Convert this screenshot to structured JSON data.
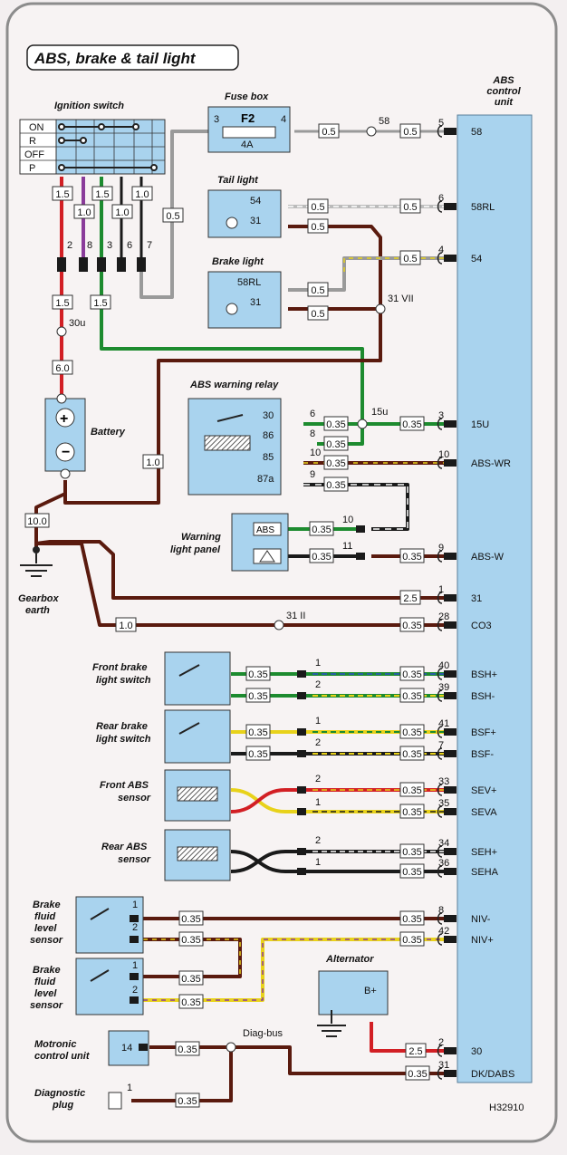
{
  "title": "ABS, brake & tail light",
  "control_unit_label": "ABS control unit",
  "reference": "H32910",
  "components": {
    "ignition_switch": {
      "label": "Ignition switch",
      "positions": [
        "ON",
        "R",
        "OFF",
        "P"
      ],
      "pins": [
        "2",
        "8",
        "3",
        "6",
        "7"
      ]
    },
    "fuse_box": {
      "label": "Fuse box",
      "fuse": "F2",
      "rating": "4A",
      "pin_left": "3",
      "pin_right": "4"
    },
    "tail_light": {
      "label": "Tail light",
      "pin_a": "54",
      "pin_b": "31"
    },
    "brake_light": {
      "label": "Brake light",
      "pin_a": "58RL",
      "pin_b": "31"
    },
    "battery": {
      "label": "Battery"
    },
    "abs_warning_relay": {
      "label": "ABS warning relay",
      "pins": [
        "30",
        "86",
        "85",
        "87a"
      ]
    },
    "warning_light_panel": {
      "label": "Warning light panel",
      "abs_text": "ABS"
    },
    "gearbox_earth": {
      "label": "Gearbox earth"
    },
    "front_brake_switch": {
      "label": "Front brake light switch"
    },
    "rear_brake_switch": {
      "label": "Rear brake light switch"
    },
    "front_abs_sensor": {
      "label": "Front ABS sensor"
    },
    "rear_abs_sensor": {
      "label": "Rear ABS sensor"
    },
    "brake_fluid_1": {
      "label": "Brake fluid level sensor"
    },
    "brake_fluid_2": {
      "label": "Brake fluid level sensor"
    },
    "alternator": {
      "label": "Alternator",
      "terminal": "B+"
    },
    "motronic": {
      "label": "Motronic control unit",
      "pin": "14"
    },
    "diag_plug": {
      "label": "Diagnostic plug",
      "pin": "1"
    },
    "diag_bus": {
      "label": "Diag-bus"
    }
  },
  "splices": {
    "s58": "58",
    "s31vii": "31 VII",
    "s15u": "15u",
    "s30u": "30u",
    "s31ii": "31 II"
  },
  "wire_sizes": {
    "ign_a": "1.5",
    "ign_b": "1.0",
    "ign_c": "1.5",
    "ign_d": "1.0",
    "ign_e": "1.0",
    "ign_f": "0.5",
    "ign_g": "1.5",
    "ign_h": "1.5",
    "bat_main": "6.0",
    "fuse_a": "0.5",
    "fuse_b": "0.5",
    "tail_a": "0.5",
    "tail_b": "0.5",
    "tail_c": "0.5",
    "brake_a": "0.5",
    "brake_b": "0.5",
    "brake_c": "0.5",
    "relay_a": "0.35",
    "relay_b": "0.35",
    "relay_c": "0.35",
    "relay_d": "0.35",
    "relay_e": "0.35",
    "warn_a": "0.35",
    "warn_b": "0.35",
    "warn_c": "0.35",
    "earth_main": "10.0",
    "earth_relay": "1.0",
    "earth_31": "2.5",
    "earth_co3": "0.35",
    "earth_1": "1.0",
    "fbs_a": "0.35",
    "fbs_b": "0.35",
    "fbs_c": "0.35",
    "fbs_d": "0.35",
    "rbs_a": "0.35",
    "rbs_b": "0.35",
    "rbs_c": "0.35",
    "rbs_d": "0.35",
    "fabs_a": "0.35",
    "fabs_b": "0.35",
    "rabs_a": "0.35",
    "rabs_b": "0.35",
    "bf1_a": "0.35",
    "bf1_b": "0.35",
    "bf2_a": "0.35",
    "bf2_b": "0.35",
    "niv_a": "0.35",
    "niv_b": "0.35",
    "alt_a": "2.5",
    "dk": "0.35",
    "mot": "0.35",
    "diag": "0.35"
  },
  "connectors": [
    {
      "pin": "5",
      "signal": "58"
    },
    {
      "pin": "6",
      "signal": "58RL"
    },
    {
      "pin": "4",
      "signal": "54"
    },
    {
      "pin": "3",
      "signal": "15U"
    },
    {
      "pin": "10",
      "signal": "ABS-WR"
    },
    {
      "pin": "9",
      "signal": "ABS-W"
    },
    {
      "pin": "1",
      "signal": "31"
    },
    {
      "pin": "28",
      "signal": "CO3"
    },
    {
      "pin": "40",
      "signal": "BSH+"
    },
    {
      "pin": "39",
      "signal": "BSH-"
    },
    {
      "pin": "41",
      "signal": "BSF+"
    },
    {
      "pin": "7",
      "signal": "BSF-"
    },
    {
      "pin": "33",
      "signal": "SEV+"
    },
    {
      "pin": "35",
      "signal": "SEVA"
    },
    {
      "pin": "34",
      "signal": "SEH+"
    },
    {
      "pin": "36",
      "signal": "SEHA"
    },
    {
      "pin": "8",
      "signal": "NIV-"
    },
    {
      "pin": "42",
      "signal": "NIV+"
    },
    {
      "pin": "2",
      "signal": "30"
    },
    {
      "pin": "31",
      "signal": "DK/DABS"
    }
  ],
  "inline_pins": {
    "r6": "6",
    "r8": "8",
    "r10": "10",
    "r9": "9",
    "w10": "10",
    "w11": "11",
    "f1": "1",
    "f2": "2",
    "rb1": "1",
    "rb2": "2",
    "fa2": "2",
    "fa1": "1",
    "ra2": "2",
    "ra1": "1",
    "b1a": "1",
    "b1b": "2",
    "b2a": "1",
    "b2b": "2"
  },
  "colors": {
    "unit_blue": "#a9d3ee",
    "red": "#d21f24",
    "green": "#1d8b2f",
    "brown": "#5a1a0e",
    "yellow": "#e8d21a",
    "purple": "#8a3c9a"
  }
}
